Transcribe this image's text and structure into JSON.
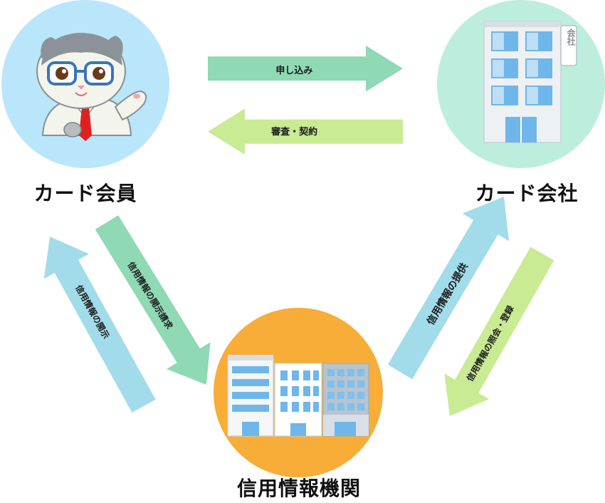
{
  "nodes": {
    "member": {
      "label": "カード会員",
      "color": "#b9e6fb"
    },
    "company": {
      "label": "カード会社",
      "color": "#bdeedd",
      "sign": "会社"
    },
    "bureau": {
      "label": "信用情報機関",
      "color": "#f7ad38"
    }
  },
  "arrows": {
    "application": {
      "label": "申し込み",
      "color": "#8fd9b4"
    },
    "screening": {
      "label": "審査・契約",
      "color": "#c8eb93"
    },
    "disclosure_request": {
      "label": "信用情報の開示請求",
      "color": "#8fd9b4"
    },
    "disclosure": {
      "label": "信用情報の開示",
      "color": "#a2dcea"
    },
    "provide": {
      "label": "信用情報の提供",
      "color": "#a2dcea"
    },
    "inquiry": {
      "label": "信用情報の照会・登録",
      "color": "#c8eb93"
    }
  }
}
